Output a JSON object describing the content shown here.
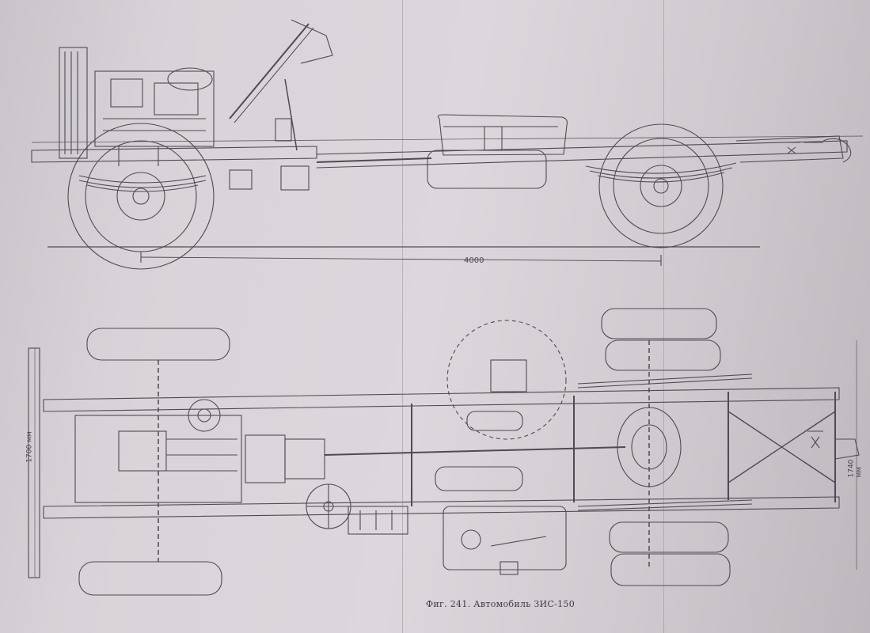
{
  "dimensions": {
    "wheelbase": "4000",
    "front_track": "1700 мм",
    "rear_track": "1740 мм"
  },
  "caption": "Фиг. 241. Автомобиль ЗИС-150",
  "colors": {
    "paper": "#d8d3d8",
    "ink": "#4a4650",
    "background": "#5a5658"
  }
}
